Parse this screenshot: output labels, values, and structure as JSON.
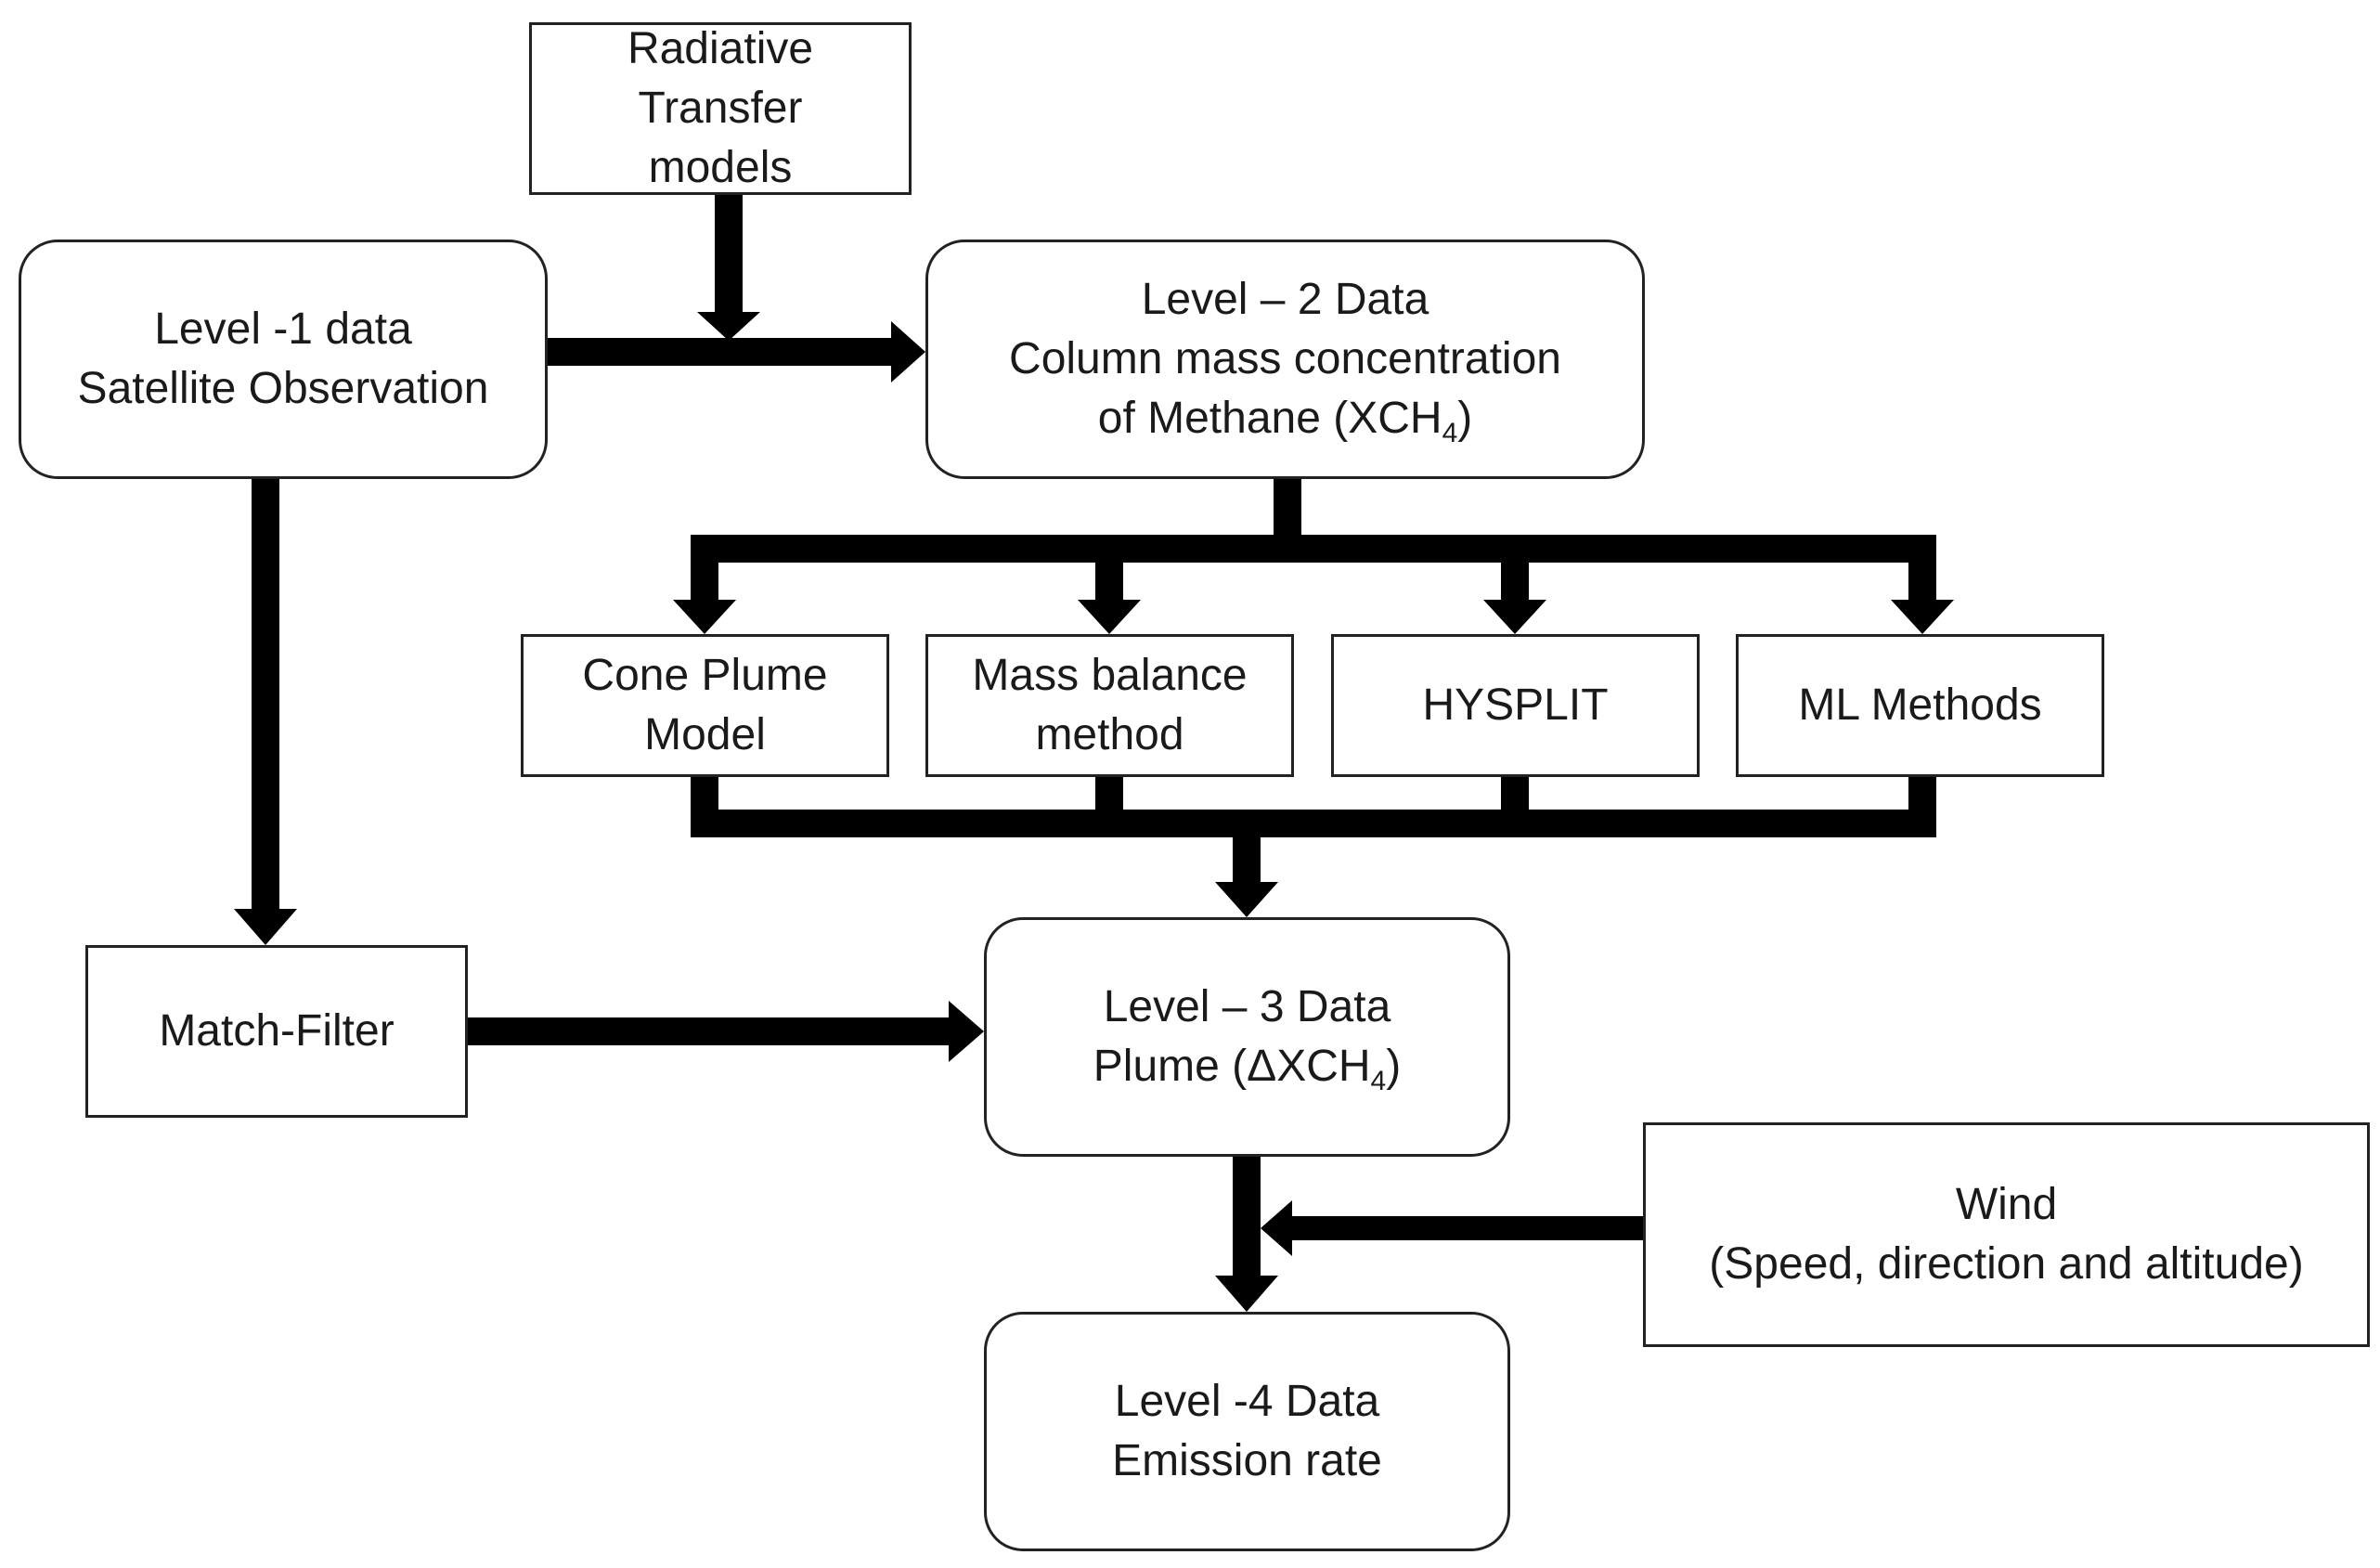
{
  "nodes": {
    "radiative_transfer": {
      "lines": [
        "Radiative",
        "Transfer",
        "models"
      ]
    },
    "level1": {
      "lines": [
        "Level -1 data",
        "Satellite Observation"
      ]
    },
    "level2": {
      "lines": [
        "Level – 2 Data",
        "Column mass concentration"
      ],
      "line3_pre": "of Methane (XCH",
      "line3_sub": "4",
      "line3_post": ")"
    },
    "cone_plume": {
      "lines": [
        "Cone Plume",
        "Model"
      ]
    },
    "mass_balance": {
      "lines": [
        "Mass balance",
        "method"
      ]
    },
    "hysplit": {
      "lines": [
        "HYSPLIT"
      ]
    },
    "ml_methods": {
      "lines": [
        "ML Methods"
      ]
    },
    "match_filter": {
      "lines": [
        "Match-Filter"
      ]
    },
    "level3": {
      "line1": "Level – 3 Data",
      "line2_pre": "Plume (ΔXCH",
      "line2_sub": "4",
      "line2_post": ")"
    },
    "wind": {
      "lines": [
        "Wind",
        "(Speed, direction and altitude)"
      ]
    },
    "level4": {
      "lines": [
        "Level -4 Data",
        "Emission rate"
      ]
    }
  },
  "style": {
    "line_color": "#000000",
    "border_color": "#222222",
    "background": "#ffffff"
  }
}
